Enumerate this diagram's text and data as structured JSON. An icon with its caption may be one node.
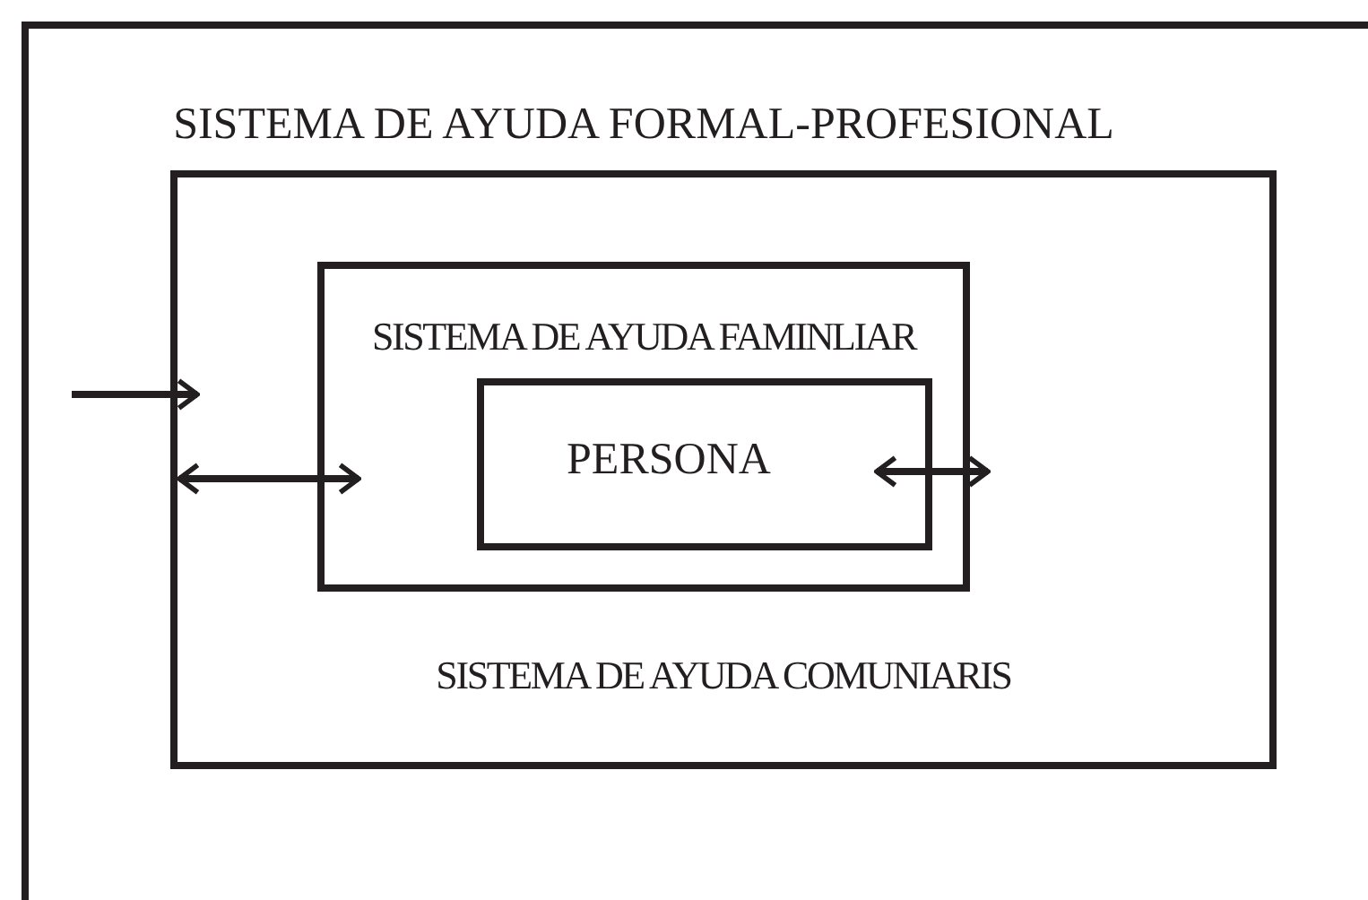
{
  "diagram": {
    "nodes": [
      {
        "text": [
          "SISTEMA DE AYUDA FORMAL-PROFESIONAL"
        ]
      },
      {
        "text": [
          "SISTEMA DE AYUDA COMUNIARIS"
        ],
        "in": 0
      },
      {
        "text": [
          "SISTEMA DE AYUDA FAMINLIAR"
        ],
        "in": 1
      },
      {
        "text": [
          "PERSONA"
        ],
        "in": 2
      }
    ],
    "edges": [
      {
        "from": 0,
        "to": 1,
        "arrow": "to"
      },
      {
        "from": 1,
        "to": 2,
        "arrow": "both"
      },
      {
        "from": 3,
        "to": 2,
        "arrow": "both"
      }
    ]
  }
}
